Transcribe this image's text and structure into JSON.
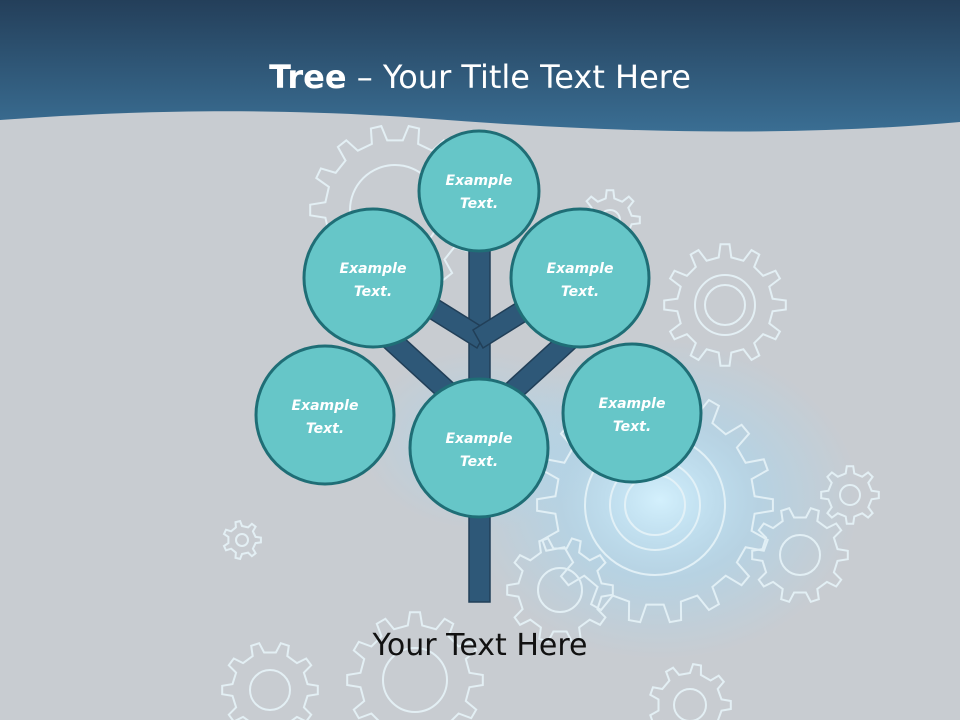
{
  "title": {
    "bold": "Tree",
    "rest": " – Your Title Text Here"
  },
  "nodes": [
    {
      "line1": "Example",
      "line2": "Text."
    },
    {
      "line1": "Example",
      "line2": "Text."
    },
    {
      "line1": "Example",
      "line2": "Text."
    },
    {
      "line1": "Example",
      "line2": "Text."
    },
    {
      "line1": "Example",
      "line2": "Text."
    },
    {
      "line1": "Example",
      "line2": "Text."
    }
  ],
  "footer": {
    "text": "Your Text Here"
  },
  "colors": {
    "header": "#2f5f80",
    "background": "#c8ccd1",
    "node_fill": "#66c6c8",
    "node_stroke": "#1f6e76",
    "branch": "#2e5878",
    "gear_line": "#e4f3f8"
  },
  "decorations": {
    "background_icon": "gears-icon"
  }
}
